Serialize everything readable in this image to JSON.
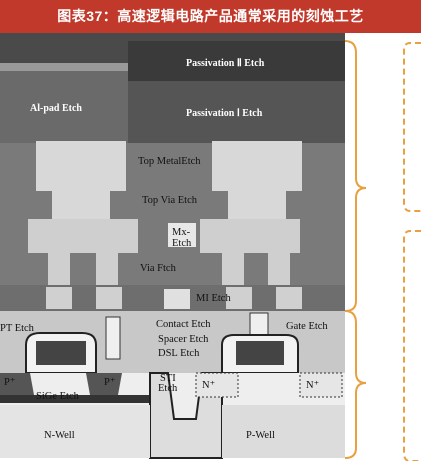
{
  "title": "图表37：高速逻辑电路产品通常采用的刻蚀工艺",
  "labels": {
    "passivation2": "Passivation Ⅱ Etch",
    "passivation1": "Passivation Ⅰ Etch",
    "alpad": "Al-pad Etch",
    "top_metal": "Top MetalEtch",
    "top_via": "Top Via Etch",
    "mx": "Mx-",
    "mx2": "Etch",
    "via": "Via Ftch",
    "m1": "MI Etch",
    "contact": "Contact Etch",
    "pt": "PT Etch",
    "gate": "Gate Etch",
    "spacer": "Spacer Etch",
    "dsl": "DSL Etch",
    "sti": "STI",
    "sti2": "Etch",
    "sige": "SiGe Etch",
    "p_plus_1": "P⁺",
    "p_plus_2": "P⁺",
    "n_plus_1": "N⁺",
    "n_plus_2": "N⁺",
    "nwell": "N-Well",
    "pwell": "P-Well"
  },
  "colors": {
    "title_bg": "#c0392b",
    "bracket": "#e8a040"
  }
}
